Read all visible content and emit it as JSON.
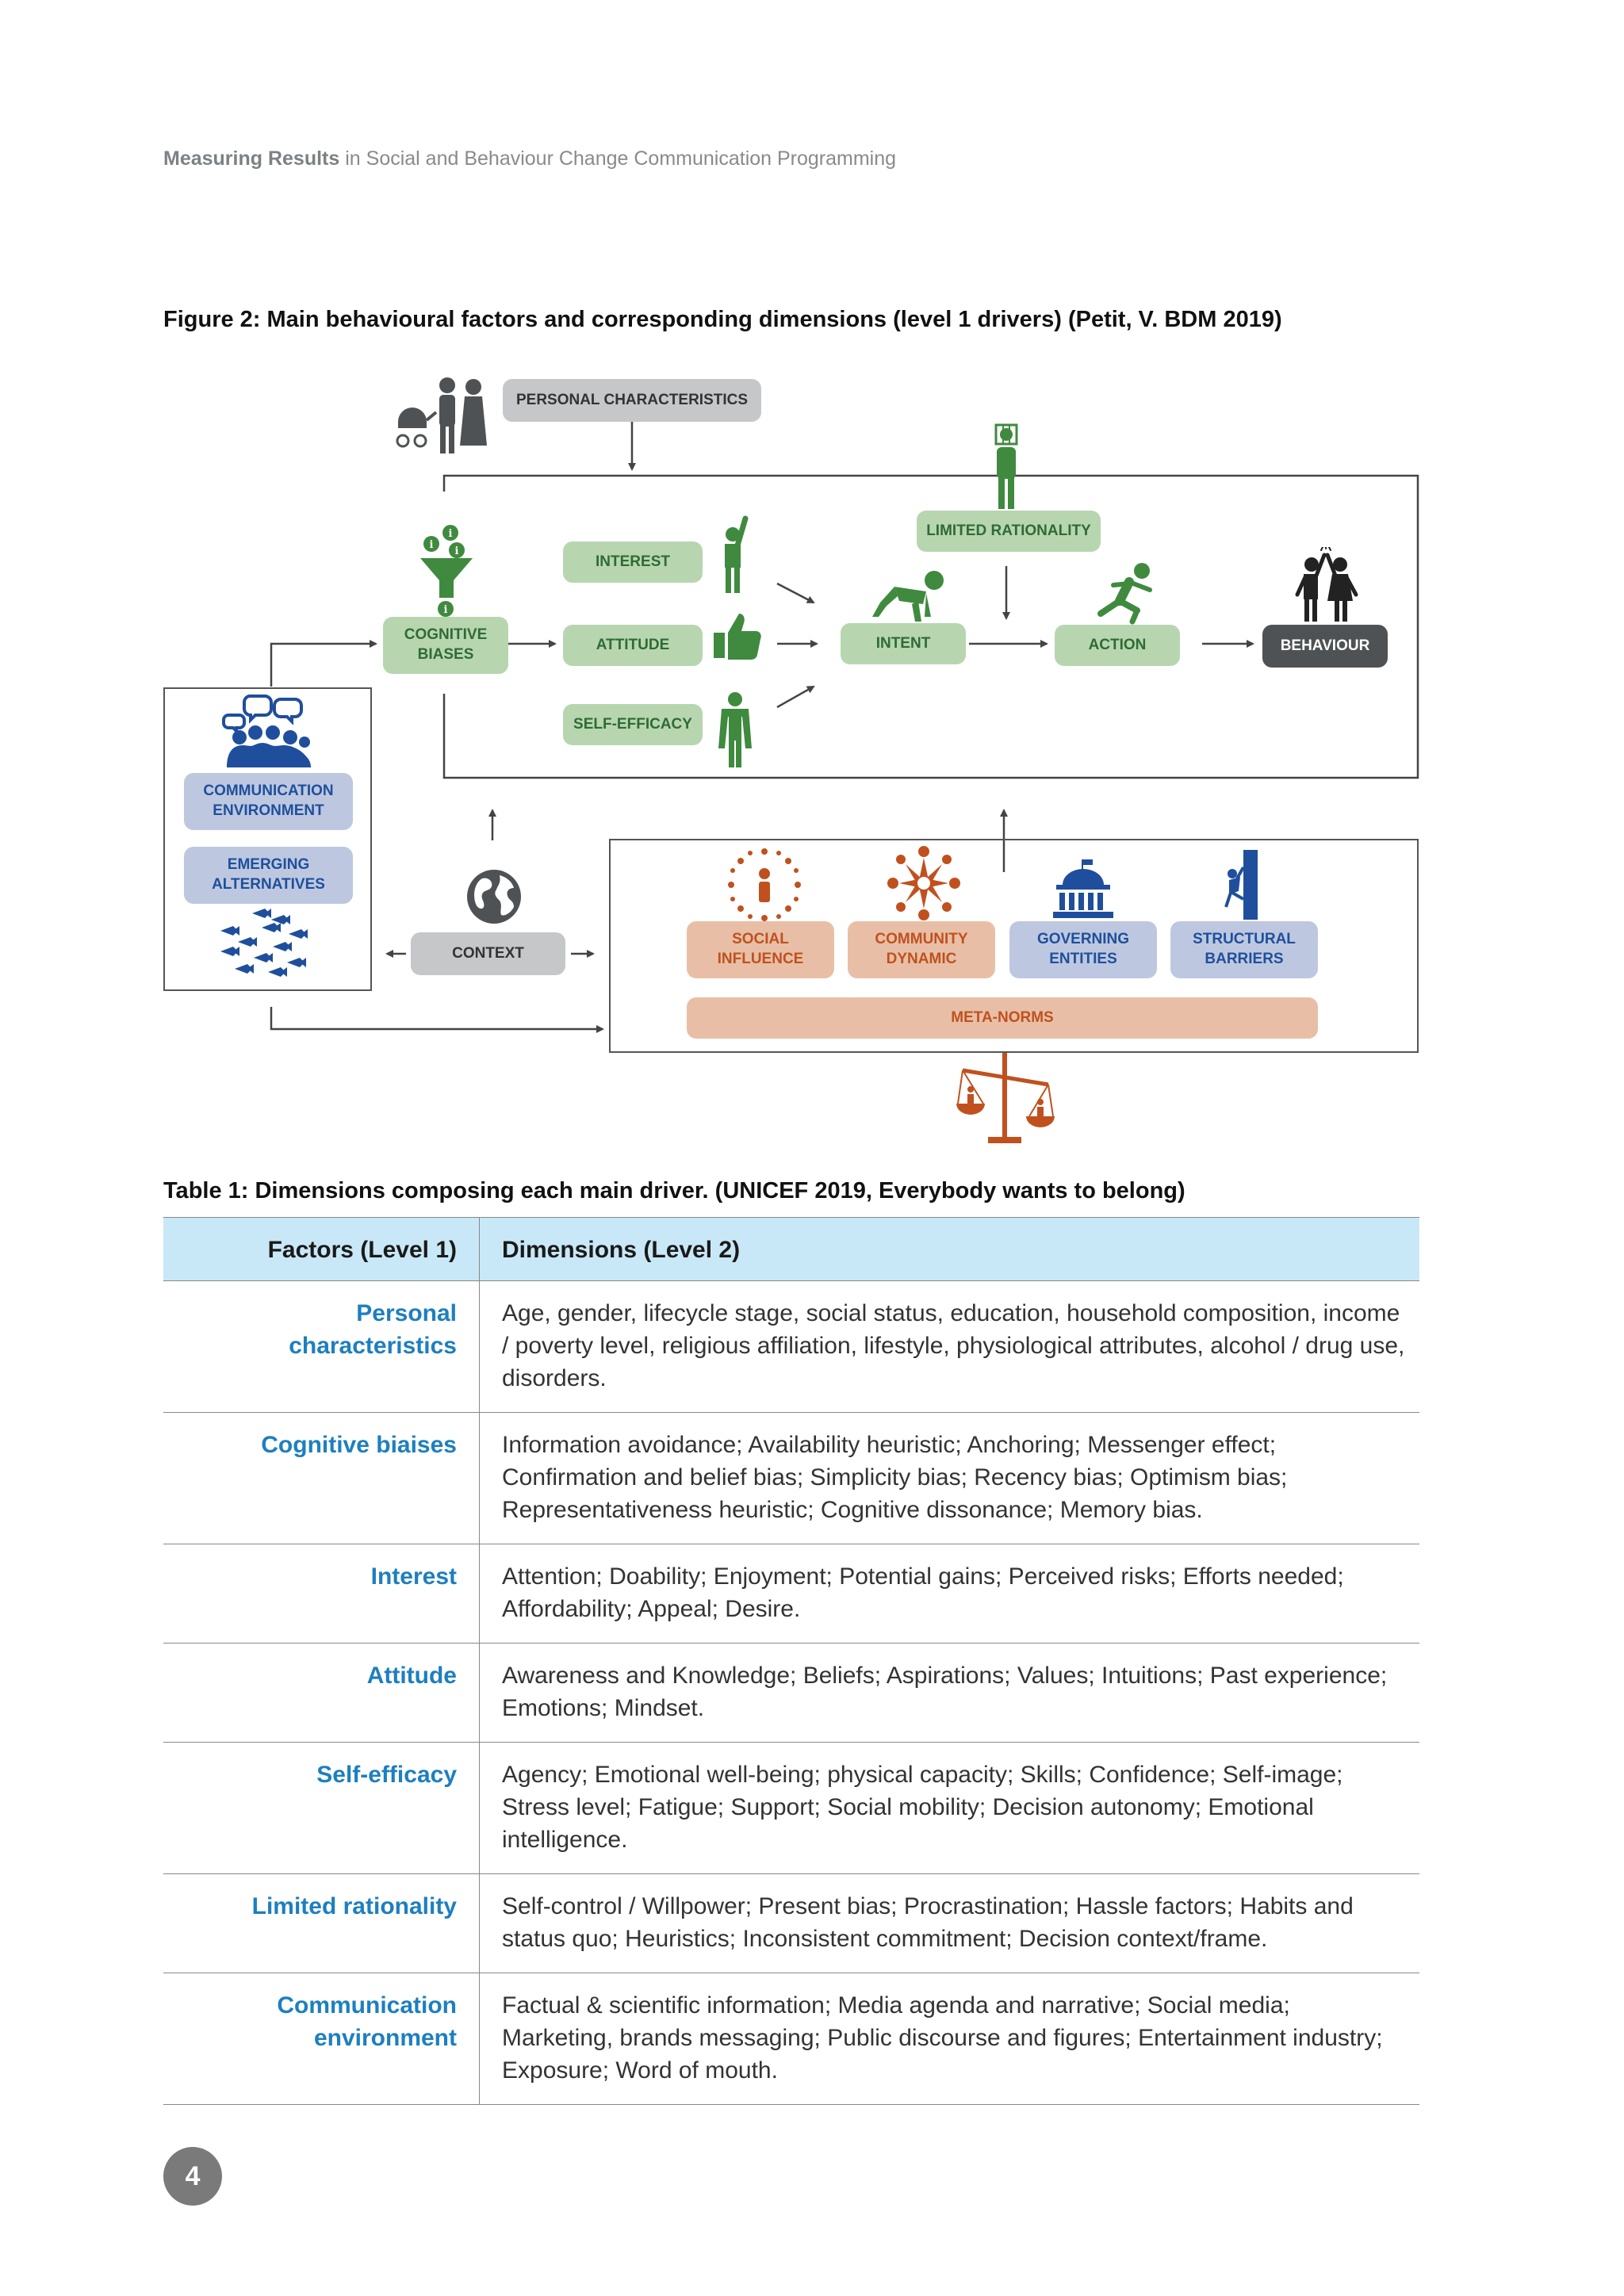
{
  "header": {
    "bold": "Measuring Results",
    "rest": "in Social and Behaviour Change Communication Programming"
  },
  "figure": {
    "caption": "Figure 2: Main behavioural factors and corresponding dimensions (level 1 drivers) (Petit, V. BDM 2019)",
    "boxes": {
      "personal_characteristics": "PERSONAL CHARACTERISTICS",
      "limited_rationality": "LIMITED RATIONALITY",
      "interest": "INTEREST",
      "cognitive_biases": "COGNITIVE BIASES",
      "attitude": "ATTITUDE",
      "intent": "INTENT",
      "action": "ACTION",
      "behaviour": "BEHAVIOUR",
      "self_efficacy": "SELF-EFFICACY",
      "communication_environment": "COMMUNICATION ENVIRONMENT",
      "emerging_alternatives": "EMERGING ALTERNATIVES",
      "context": "CONTEXT",
      "social_influence": "SOCIAL INFLUENCE",
      "community_dynamic": "COMMUNITY DYNAMIC",
      "governing_entities": "GOVERNING ENTITIES",
      "structural_barriers": "STRUCTURAL BARRIERS",
      "meta_norms": "META-NORMS"
    },
    "colors": {
      "green": "#b7d6b0",
      "grey": "#c6c7c8",
      "dark": "#4f5254",
      "blue": "#bdc8e0",
      "salmon": "#e8bfa6",
      "icon_green": "#3f8a3f",
      "icon_blue": "#1f4f9c",
      "icon_orange": "#c0511f"
    },
    "icons": [
      "family-icon",
      "funnel-info-icon",
      "raising-hand-person-icon",
      "thumbs-up-icon",
      "cape-person-icon",
      "crouching-person-icon",
      "running-person-icon",
      "high-five-couple-icon",
      "caged-head-person-icon",
      "crowd-speech-icon",
      "fish-school-icon",
      "globe-icon",
      "social-burst-icon",
      "community-circle-icon",
      "government-building-icon",
      "climber-icon",
      "scales-icon"
    ]
  },
  "table": {
    "caption": "Table 1: Dimensions composing each main driver. (UNICEF 2019, Everybody wants to belong)",
    "headers": [
      "Factors (Level 1)",
      "Dimensions (Level 2)"
    ],
    "rows": [
      {
        "factor": "Personal characteristics",
        "dimensions": "Age, gender, lifecycle stage, social status, education, household composition, income / poverty level, religious affiliation, lifestyle, physiological attributes, alcohol / drug use, disorders."
      },
      {
        "factor": "Cognitive biaises",
        "dimensions": "Information avoidance; Availability heuristic; Anchoring; Messenger effect; Confirmation and belief bias; Simplicity bias; Recency bias; Optimism bias; Representativeness heuristic; Cognitive dissonance; Memory bias."
      },
      {
        "factor": "Interest",
        "dimensions": "Attention; Doability; Enjoyment; Potential gains; Perceived risks; Efforts needed; Affordability; Appeal; Desire."
      },
      {
        "factor": "Attitude",
        "dimensions": "Awareness and Knowledge; Beliefs; Aspirations; Values; Intuitions; Past experience; Emotions; Mindset."
      },
      {
        "factor": "Self-efficacy",
        "dimensions": "Agency; Emotional well-being; physical capacity; Skills; Confidence; Self-image; Stress level; Fatigue; Support; Social mobility; Decision autonomy; Emotional intelligence."
      },
      {
        "factor": "Limited rationality",
        "dimensions": "Self-control / Willpower; Present bias; Procrastination; Hassle factors; Habits and status quo; Heuristics; Inconsistent commitment; Decision context/frame."
      },
      {
        "factor": "Communication environment",
        "dimensions": "Factual & scientific information; Media agenda and narrative; Social media; Marketing, brands messaging; Public discourse and figures; Entertainment industry; Exposure; Word of mouth."
      }
    ]
  },
  "page_number": "4"
}
